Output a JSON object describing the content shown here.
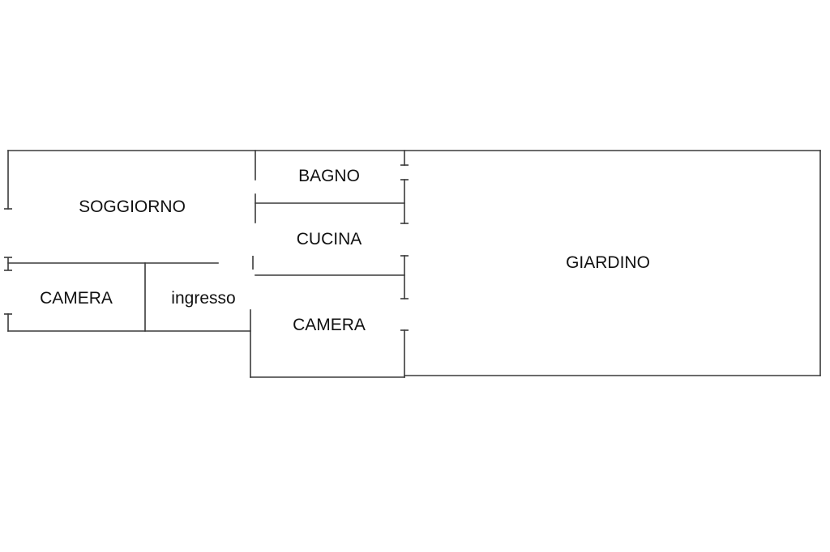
{
  "floorplan": {
    "rooms": {
      "soggiorno": "SOGGIORNO",
      "bagno": "BAGNO",
      "cucina": "CUCINA",
      "camera_left": "CAMERA",
      "ingresso": "ingresso",
      "camera_center": "CAMERA",
      "giardino": "GIARDINO"
    },
    "colors": {
      "wall": "#3a3a3a",
      "text": "#111111",
      "background": "#ffffff"
    }
  }
}
